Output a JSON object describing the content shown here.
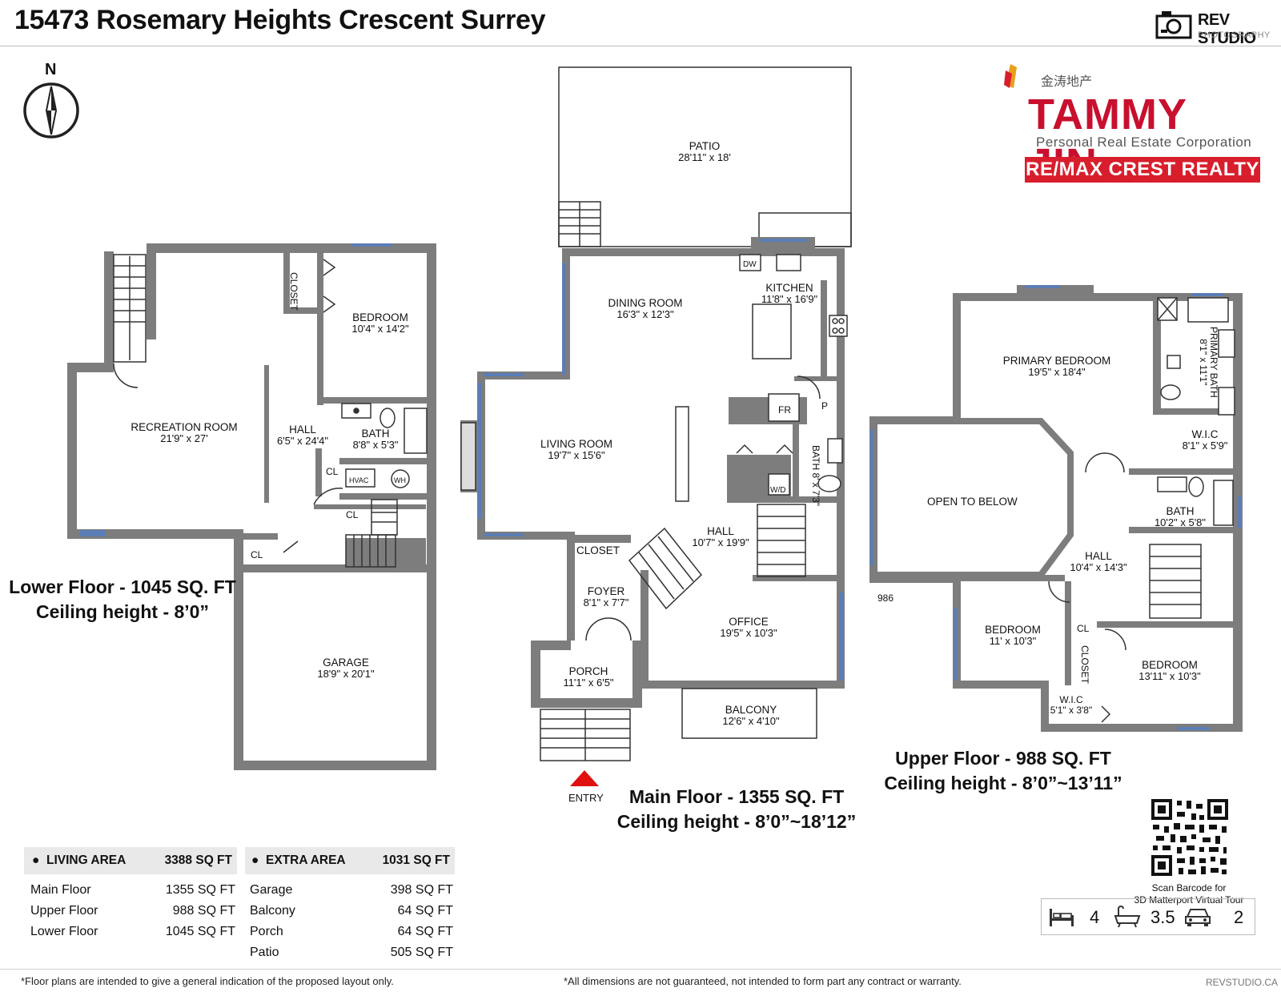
{
  "header": {
    "title": "15473 Rosemary Heights Crescent Surrey",
    "studio_name": "REV STUDIO",
    "studio_sub": "PHOTOGRAPHY"
  },
  "agent": {
    "chinese": "金涛地产",
    "name": "TAMMY JIN",
    "subtitle": "Personal Real Estate Corporation",
    "brokerage": "RE/MAX CREST REALTY",
    "brand_color": "#d81e2c"
  },
  "compass": {
    "label": "N"
  },
  "floors": {
    "lower": {
      "caption_1": "Lower Floor - 1045 SQ. FT",
      "caption_2": "Ceiling height - 8’0”"
    },
    "main": {
      "caption_1": "Main Floor - 1355 SQ. FT",
      "caption_2": "Ceiling height - 8’0”~18’12”"
    },
    "upper": {
      "caption_1": "Upper Floor - 988 SQ. FT",
      "caption_2": "Ceiling height - 8’0”~13’11”"
    }
  },
  "rooms": {
    "lower": {
      "closet_v": "CLOSET",
      "bedroom": {
        "name": "BEDROOM",
        "dim": "10'4\" x 14'2\""
      },
      "recreation": {
        "name": "RECREATION ROOM",
        "dim": "21'9\" x 27'"
      },
      "hall": {
        "name": "HALL",
        "dim": "6'5\" x 24'4\""
      },
      "bath": {
        "name": "BATH",
        "dim": "8'8\" x 5'3\""
      },
      "cl1": "CL",
      "hvac": "HVAC",
      "wh": "WH",
      "cl2": "CL",
      "cl3": "CL",
      "garage": {
        "name": "GARAGE",
        "dim": "18'9\" x 20'1\""
      }
    },
    "main": {
      "patio": {
        "name": "PATIO",
        "dim": "28'11\" x 18'"
      },
      "dw": "DW",
      "kitchen": {
        "name": "KITCHEN",
        "dim": "11'8\" x 16'9\""
      },
      "dining": {
        "name": "DINING ROOM",
        "dim": "16'3\" x 12'3\""
      },
      "living": {
        "name": "LIVING ROOM",
        "dim": "19'7\" x 15'6\""
      },
      "fr": "FR",
      "p": "P",
      "bath": {
        "name": "BATH",
        "dim": "8' x 7'3\""
      },
      "wd": "W/D",
      "hall": {
        "name": "HALL",
        "dim": "10'7\" x 19'9\""
      },
      "closet": "CLOSET",
      "foyer": {
        "name": "FOYER",
        "dim": "8'1\" x 7'7\""
      },
      "office": {
        "name": "OFFICE",
        "dim": "19'5\" x 10'3\""
      },
      "porch": {
        "name": "PORCH",
        "dim": "11'1\" x 6'5\""
      },
      "balcony": {
        "name": "BALCONY",
        "dim": "12'6\" x 4'10\""
      },
      "entry": "ENTRY"
    },
    "upper": {
      "primary_bedroom": {
        "name": "PRIMARY BEDROOM",
        "dim": "19'5\" x 18'4\""
      },
      "primary_bath": {
        "name": "PRIMARY BATH",
        "dim": "8'1\" x 11'1\""
      },
      "wic1": {
        "name": "W.I.C",
        "dim": "8'1\" x 5'9\""
      },
      "open": "OPEN TO BELOW",
      "num": "986",
      "bath": {
        "name": "BATH",
        "dim": "10'2\" x 5'8\""
      },
      "hall": {
        "name": "HALL",
        "dim": "10'4\" x 14'3\""
      },
      "bedroom1": {
        "name": "BEDROOM",
        "dim": "11' x 10'3\""
      },
      "cl": "CL",
      "closet": "CLOSET",
      "bedroom2": {
        "name": "BEDROOM",
        "dim": "13'11\" x 10'3\""
      },
      "wic2": {
        "name": "W.I.C",
        "dim": "5'1\" x 3'8\""
      }
    }
  },
  "living_area": {
    "header_label": "LIVING AREA",
    "header_value": "3388 SQ FT",
    "rows": [
      {
        "label": "Main Floor",
        "value": "1355 SQ FT"
      },
      {
        "label": "Upper Floor",
        "value": "988 SQ FT"
      },
      {
        "label": "Lower Floor",
        "value": "1045 SQ FT"
      }
    ]
  },
  "extra_area": {
    "header_label": "EXTRA AREA",
    "header_value": "1031 SQ FT",
    "rows": [
      {
        "label": "Garage",
        "value": "398 SQ FT"
      },
      {
        "label": "Balcony",
        "value": "64 SQ FT"
      },
      {
        "label": "Porch",
        "value": "64 SQ FT"
      },
      {
        "label": "Patio",
        "value": "505 SQ FT"
      }
    ]
  },
  "qr": {
    "caption_1": "Scan Barcode for",
    "caption_2": "3D Matterport Virtual Tour"
  },
  "stats": {
    "beds": "4",
    "baths": "3.5",
    "garage": "2"
  },
  "footer": {
    "left": "*Floor plans are intended to give a general indication of the proposed layout only.",
    "center": "*All dimensions are not guaranteed, not intended to form part any contract or warranty.",
    "right": "REVSTUDIO.CA"
  },
  "colors": {
    "wall": "#7d7d7d",
    "window": "#5b7db6",
    "entry": "#e01010"
  },
  "icons": {
    "beds": "bed-icon",
    "baths": "bathtub-icon",
    "garage": "car-icon",
    "compass": "compass-icon",
    "camera": "camera-icon"
  }
}
